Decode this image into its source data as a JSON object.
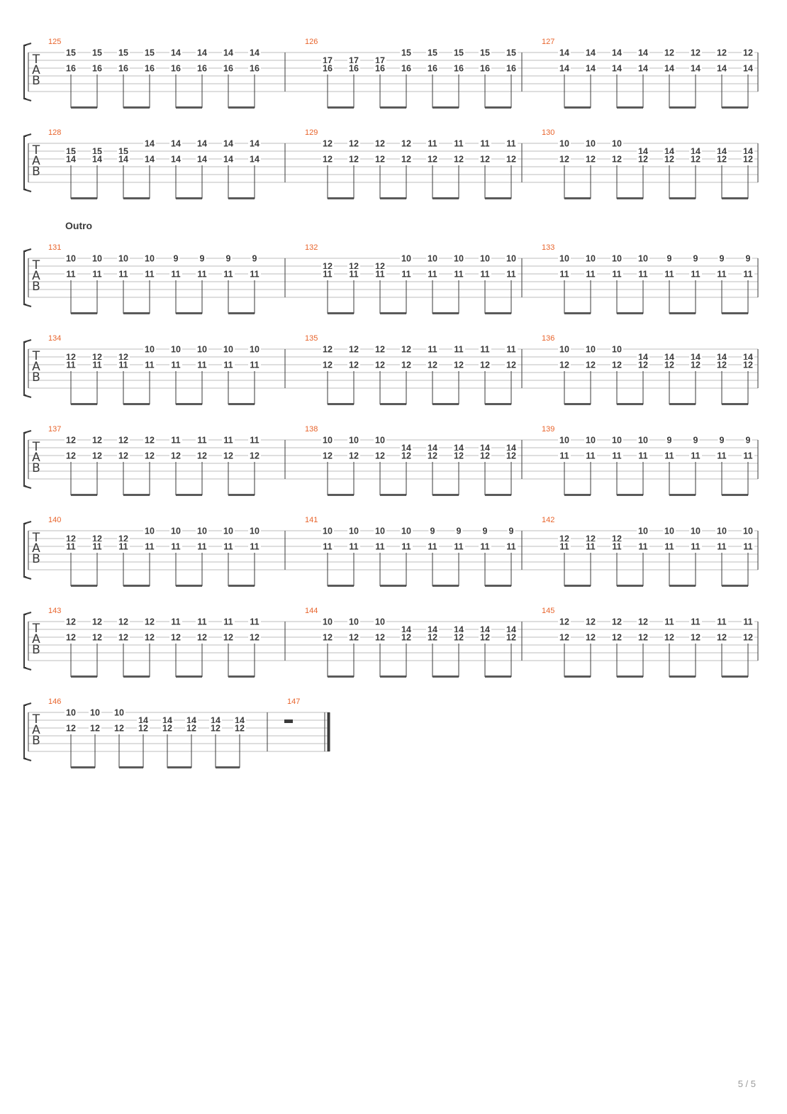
{
  "section_label": "Outro",
  "page_number": "5 / 5",
  "tab_clef": [
    "T",
    "A",
    "B"
  ],
  "colors": {
    "measure_number": "#e8642c",
    "notation": "#3a3a3a",
    "staff_line": "#bdbdbd"
  },
  "systems": [
    {
      "measures": [
        {
          "number": "125",
          "notes": [
            [
              "15",
              "16"
            ],
            [
              "15",
              "16"
            ],
            [
              "15",
              "16"
            ],
            [
              "15",
              "16"
            ],
            [
              "14",
              "16"
            ],
            [
              "14",
              "16"
            ],
            [
              "14",
              "16"
            ],
            [
              "14",
              "16"
            ]
          ]
        },
        {
          "number": "126",
          "notes": [
            [
              "17",
              "16"
            ],
            [
              "17",
              "16"
            ],
            [
              "17",
              "16"
            ],
            [
              "15",
              "16"
            ],
            [
              "15",
              "16"
            ],
            [
              "15",
              "16"
            ],
            [
              "15",
              "16"
            ],
            [
              "15",
              "16"
            ]
          ]
        },
        {
          "number": "127",
          "notes": [
            [
              "14",
              "14"
            ],
            [
              "14",
              "14"
            ],
            [
              "14",
              "14"
            ],
            [
              "14",
              "14"
            ],
            [
              "12",
              "14"
            ],
            [
              "12",
              "14"
            ],
            [
              "12",
              "14"
            ],
            [
              "12",
              "14"
            ]
          ]
        }
      ]
    },
    {
      "measures": [
        {
          "number": "128",
          "notes": [
            [
              "15",
              "14"
            ],
            [
              "15",
              "14"
            ],
            [
              "15",
              "14"
            ],
            [
              "14",
              "14"
            ],
            [
              "14",
              "14"
            ],
            [
              "14",
              "14"
            ],
            [
              "14",
              "14"
            ],
            [
              "14",
              "14"
            ]
          ]
        },
        {
          "number": "129",
          "notes": [
            [
              "12",
              "12"
            ],
            [
              "12",
              "12"
            ],
            [
              "12",
              "12"
            ],
            [
              "12",
              "12"
            ],
            [
              "11",
              "12"
            ],
            [
              "11",
              "12"
            ],
            [
              "11",
              "12"
            ],
            [
              "11",
              "12"
            ]
          ]
        },
        {
          "number": "130",
          "notes": [
            [
              "10",
              "12"
            ],
            [
              "10",
              "12"
            ],
            [
              "10",
              "12"
            ],
            [
              "14",
              "12"
            ],
            [
              "14",
              "12"
            ],
            [
              "14",
              "12"
            ],
            [
              "14",
              "12"
            ],
            [
              "14",
              "12"
            ]
          ]
        }
      ]
    },
    {
      "measures": [
        {
          "number": "131",
          "notes": [
            [
              "10",
              "11"
            ],
            [
              "10",
              "11"
            ],
            [
              "10",
              "11"
            ],
            [
              "10",
              "11"
            ],
            [
              "9",
              "11"
            ],
            [
              "9",
              "11"
            ],
            [
              "9",
              "11"
            ],
            [
              "9",
              "11"
            ]
          ]
        },
        {
          "number": "132",
          "notes": [
            [
              "12",
              "11"
            ],
            [
              "12",
              "11"
            ],
            [
              "12",
              "11"
            ],
            [
              "10",
              "11"
            ],
            [
              "10",
              "11"
            ],
            [
              "10",
              "11"
            ],
            [
              "10",
              "11"
            ],
            [
              "10",
              "11"
            ]
          ]
        },
        {
          "number": "133",
          "notes": [
            [
              "10",
              "11"
            ],
            [
              "10",
              "11"
            ],
            [
              "10",
              "11"
            ],
            [
              "10",
              "11"
            ],
            [
              "9",
              "11"
            ],
            [
              "9",
              "11"
            ],
            [
              "9",
              "11"
            ],
            [
              "9",
              "11"
            ]
          ]
        }
      ]
    },
    {
      "measures": [
        {
          "number": "134",
          "notes": [
            [
              "12",
              "11"
            ],
            [
              "12",
              "11"
            ],
            [
              "12",
              "11"
            ],
            [
              "10",
              "11"
            ],
            [
              "10",
              "11"
            ],
            [
              "10",
              "11"
            ],
            [
              "10",
              "11"
            ],
            [
              "10",
              "11"
            ]
          ]
        },
        {
          "number": "135",
          "notes": [
            [
              "12",
              "12"
            ],
            [
              "12",
              "12"
            ],
            [
              "12",
              "12"
            ],
            [
              "12",
              "12"
            ],
            [
              "11",
              "12"
            ],
            [
              "11",
              "12"
            ],
            [
              "11",
              "12"
            ],
            [
              "11",
              "12"
            ]
          ]
        },
        {
          "number": "136",
          "notes": [
            [
              "10",
              "12"
            ],
            [
              "10",
              "12"
            ],
            [
              "10",
              "12"
            ],
            [
              "14",
              "12"
            ],
            [
              "14",
              "12"
            ],
            [
              "14",
              "12"
            ],
            [
              "14",
              "12"
            ],
            [
              "14",
              "12"
            ]
          ]
        }
      ]
    },
    {
      "measures": [
        {
          "number": "137",
          "notes": [
            [
              "12",
              "12"
            ],
            [
              "12",
              "12"
            ],
            [
              "12",
              "12"
            ],
            [
              "12",
              "12"
            ],
            [
              "11",
              "12"
            ],
            [
              "11",
              "12"
            ],
            [
              "11",
              "12"
            ],
            [
              "11",
              "12"
            ]
          ]
        },
        {
          "number": "138",
          "notes": [
            [
              "10",
              "12"
            ],
            [
              "10",
              "12"
            ],
            [
              "10",
              "12"
            ],
            [
              "14",
              "12"
            ],
            [
              "14",
              "12"
            ],
            [
              "14",
              "12"
            ],
            [
              "14",
              "12"
            ],
            [
              "14",
              "12"
            ]
          ]
        },
        {
          "number": "139",
          "notes": [
            [
              "10",
              "11"
            ],
            [
              "10",
              "11"
            ],
            [
              "10",
              "11"
            ],
            [
              "10",
              "11"
            ],
            [
              "9",
              "11"
            ],
            [
              "9",
              "11"
            ],
            [
              "9",
              "11"
            ],
            [
              "9",
              "11"
            ]
          ]
        }
      ]
    },
    {
      "measures": [
        {
          "number": "140",
          "notes": [
            [
              "12",
              "11"
            ],
            [
              "12",
              "11"
            ],
            [
              "12",
              "11"
            ],
            [
              "10",
              "11"
            ],
            [
              "10",
              "11"
            ],
            [
              "10",
              "11"
            ],
            [
              "10",
              "11"
            ],
            [
              "10",
              "11"
            ]
          ]
        },
        {
          "number": "141",
          "notes": [
            [
              "10",
              "11"
            ],
            [
              "10",
              "11"
            ],
            [
              "10",
              "11"
            ],
            [
              "10",
              "11"
            ],
            [
              "9",
              "11"
            ],
            [
              "9",
              "11"
            ],
            [
              "9",
              "11"
            ],
            [
              "9",
              "11"
            ]
          ]
        },
        {
          "number": "142",
          "notes": [
            [
              "12",
              "11"
            ],
            [
              "12",
              "11"
            ],
            [
              "12",
              "11"
            ],
            [
              "10",
              "11"
            ],
            [
              "10",
              "11"
            ],
            [
              "10",
              "11"
            ],
            [
              "10",
              "11"
            ],
            [
              "10",
              "11"
            ]
          ]
        }
      ]
    },
    {
      "measures": [
        {
          "number": "143",
          "notes": [
            [
              "12",
              "12"
            ],
            [
              "12",
              "12"
            ],
            [
              "12",
              "12"
            ],
            [
              "12",
              "12"
            ],
            [
              "11",
              "12"
            ],
            [
              "11",
              "12"
            ],
            [
              "11",
              "12"
            ],
            [
              "11",
              "12"
            ]
          ]
        },
        {
          "number": "144",
          "notes": [
            [
              "10",
              "12"
            ],
            [
              "10",
              "12"
            ],
            [
              "10",
              "12"
            ],
            [
              "14",
              "12"
            ],
            [
              "14",
              "12"
            ],
            [
              "14",
              "12"
            ],
            [
              "14",
              "12"
            ],
            [
              "14",
              "12"
            ]
          ]
        },
        {
          "number": "145",
          "notes": [
            [
              "12",
              "12"
            ],
            [
              "12",
              "12"
            ],
            [
              "12",
              "12"
            ],
            [
              "12",
              "12"
            ],
            [
              "11",
              "12"
            ],
            [
              "11",
              "12"
            ],
            [
              "11",
              "12"
            ],
            [
              "11",
              "12"
            ]
          ]
        }
      ]
    },
    {
      "measures": [
        {
          "number": "146",
          "notes": [
            [
              "10",
              "12"
            ],
            [
              "10",
              "12"
            ],
            [
              "10",
              "12"
            ],
            [
              "14",
              "12"
            ],
            [
              "14",
              "12"
            ],
            [
              "14",
              "12"
            ],
            [
              "14",
              "12"
            ],
            [
              "14",
              "12"
            ]
          ]
        },
        {
          "number": "147",
          "rest": true,
          "notes": []
        }
      ]
    }
  ]
}
